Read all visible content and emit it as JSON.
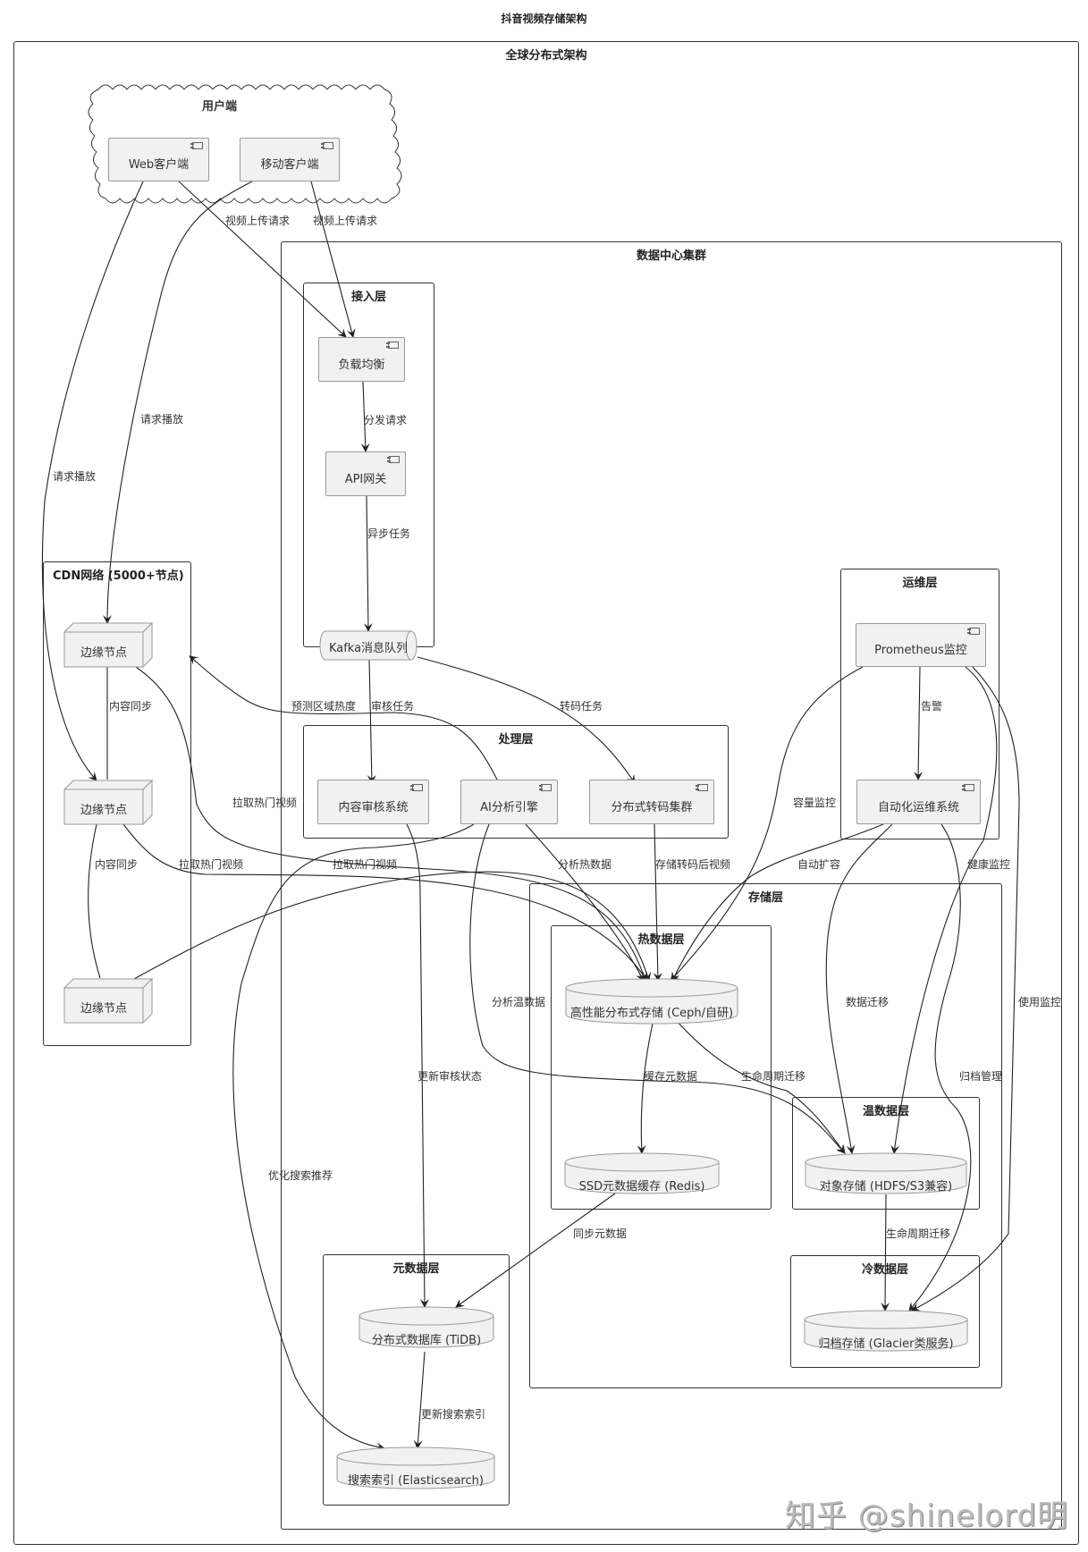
{
  "diagram_title": "抖音视频存储架构",
  "outer_frame": {
    "title": "全球分布式架构"
  },
  "user_side": {
    "title": "用户端",
    "web_client": "Web客户端",
    "mobile_client": "移动客户端"
  },
  "cdn": {
    "title": "CDN网络 (5000+节点)",
    "edge_nodes": [
      "边缘节点",
      "边缘节点",
      "边缘节点"
    ]
  },
  "datacenter": {
    "title": "数据中心集群",
    "access_layer": {
      "title": "接入层",
      "load_balancer": "负载均衡",
      "api_gateway": "API网关",
      "kafka": "Kafka消息队列"
    },
    "processing_layer": {
      "title": "处理层",
      "content_review": "内容审核系统",
      "ai_engine": "AI分析引擎",
      "transcode": "分布式转码集群"
    },
    "ops_layer": {
      "title": "运维层",
      "prometheus": "Prometheus监控",
      "auto_ops": "自动化运维系统"
    },
    "storage_layer": {
      "title": "存储层",
      "hot": {
        "title": "热数据层",
        "ceph": "高性能分布式存储 (Ceph/自研)",
        "redis": "SSD元数据缓存 (Redis)"
      },
      "warm": {
        "title": "温数据层",
        "object_storage": "对象存储 (HDFS/S3兼容)"
      },
      "cold": {
        "title": "冷数据层",
        "archive": "归档存储 (Glacier类服务)"
      }
    },
    "metadata_layer": {
      "title": "元数据层",
      "tidb": "分布式数据库 (TiDB)",
      "elasticsearch": "搜索索引 (Elasticsearch)"
    }
  },
  "edge_labels": {
    "upload_web": "视频上传请求",
    "upload_mobile": "视频上传请求",
    "play_mobile": "请求播放",
    "play_web": "请求播放",
    "dispatch": "分发请求",
    "async_task": "异步任务",
    "content_sync_1": "内容同步",
    "content_sync_2": "内容同步",
    "predict_heat": "预测区域热度",
    "review_task": "审核任务",
    "transcode_task": "转码任务",
    "alert": "告警",
    "pull_hot_1": "拉取热门视频",
    "pull_hot_2": "拉取热门视频",
    "pull_hot_3": "拉取热门视频",
    "capacity_monitor": "容量监控",
    "analyze_hot": "分析热数据",
    "store_transcoded": "存储转码后视频",
    "auto_scale": "自动扩容",
    "health_monitor": "健康监控",
    "analyze_warm": "分析温数据",
    "data_migration": "数据迁移",
    "usage_monitor": "使用监控",
    "update_review": "更新审核状态",
    "cache_metadata": "缓存元数据",
    "lifecycle_1": "生命周期迁移",
    "archive_mgmt": "归档管理",
    "optimize_search": "优化搜索推荐",
    "sync_metadata": "同步元数据",
    "lifecycle_2": "生命周期迁移",
    "update_index": "更新搜索索引"
  },
  "watermark": "知乎 @shinelord明",
  "colors": {
    "node_fill": "#f1f1f1",
    "node_border": "#9a9a9a",
    "line": "#222222",
    "frame": "#333333"
  }
}
